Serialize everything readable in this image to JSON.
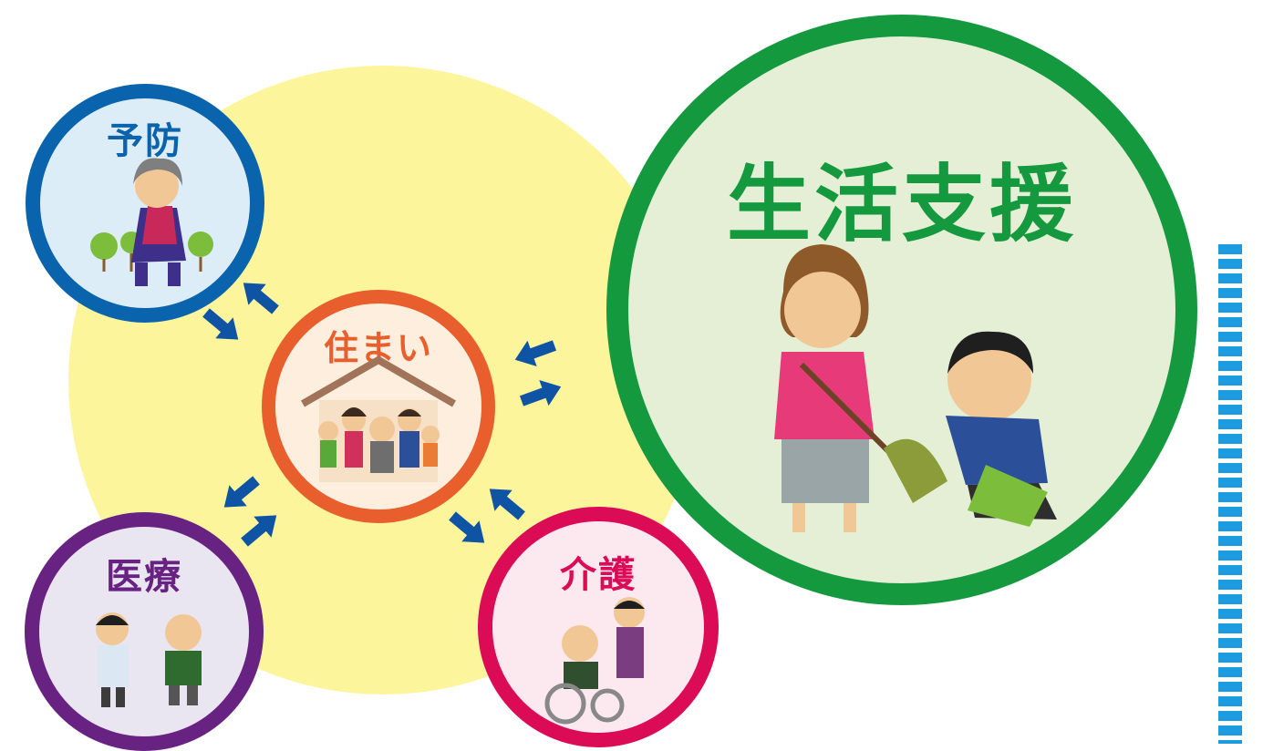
{
  "nodes": {
    "yobo": {
      "label": "予防",
      "color": "#0a63ad"
    },
    "sumai": {
      "label": "住まい",
      "color": "#e85f2d"
    },
    "iryo": {
      "label": "医療",
      "color": "#682282"
    },
    "kaigo": {
      "label": "介護",
      "color": "#db0b55"
    },
    "seikatsu": {
      "label": "生活支援",
      "color": "#14993f"
    }
  },
  "colors": {
    "background_circle": "#fdf59c",
    "arrows": "#0f54a4",
    "dashed_line": "#1c9be0"
  },
  "icons": {
    "yobo": "walking-elderly-woman-icon",
    "sumai": "family-house-icon",
    "iryo": "doctor-patient-icon",
    "kaigo": "wheelchair-caregiver-icon",
    "seikatsu": "sweeping-support-icon"
  }
}
